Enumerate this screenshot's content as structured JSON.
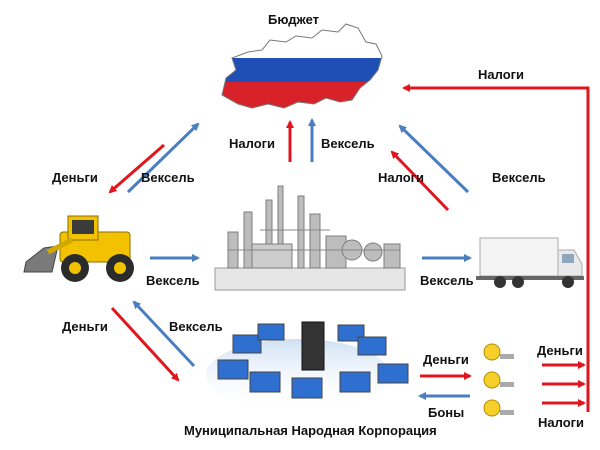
{
  "labels": {
    "budget": "Бюджет",
    "taxes_top_right": "Налоги",
    "money_left_top": "Деньги",
    "bill_left_top": "Вексель",
    "taxes_center": "Налоги",
    "bill_center": "Вексель",
    "taxes_right_mid": "Налоги",
    "bill_right_mid": "Вексель",
    "bill_left_mid": "Вексель",
    "bill_right_low": "Вексель",
    "money_left_low": "Деньги",
    "bill_left_low": "Вексель",
    "money_people": "Деньги",
    "bonds_people": "Боны",
    "money_far_right": "Деньги",
    "taxes_far_right": "Налоги",
    "corporation": "Муниципальная Народная Корпорация"
  },
  "colors": {
    "red_arrow": "#e0161e",
    "blue_arrow": "#4a7ec0",
    "flag_white": "#ffffff",
    "flag_blue": "#1f4fb4",
    "flag_red": "#d8222a",
    "loader_yellow": "#f2c200",
    "truck_white": "#f4f4f4",
    "plant_gray": "#9a9a9a",
    "smiley_yellow": "#f7cf2a"
  },
  "icons": {
    "budget_map": "russia-flag-map-icon",
    "loader": "wheel-loader-icon",
    "factory": "refinery-icon",
    "truck": "truck-icon",
    "network": "computer-network-icon",
    "people": "smiley-user-icon"
  }
}
